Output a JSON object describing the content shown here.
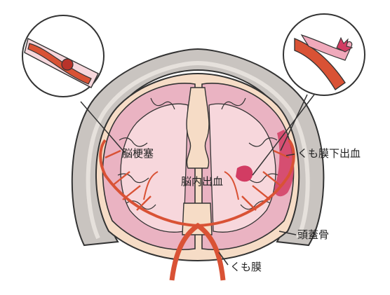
{
  "labels": {
    "cerebral_infarction": "脳梗塞",
    "intracerebral_hemorrhage": "脳内出血",
    "subarachnoid_hemorrhage": "くも膜下出血",
    "skull": "頭蓋骨",
    "arachnoid": "くも膜"
  },
  "colors": {
    "outline": "#333333",
    "skull": "#c9c4c0",
    "skull_inner": "#e6e1dc",
    "cortex": "#eab3c2",
    "white_matter": "#f7d7dc",
    "tissue": "#f6dcc6",
    "artery": "#d95235",
    "hemorrhage": "#d23c63",
    "hemorrhage_light": "#f0a9bb"
  }
}
